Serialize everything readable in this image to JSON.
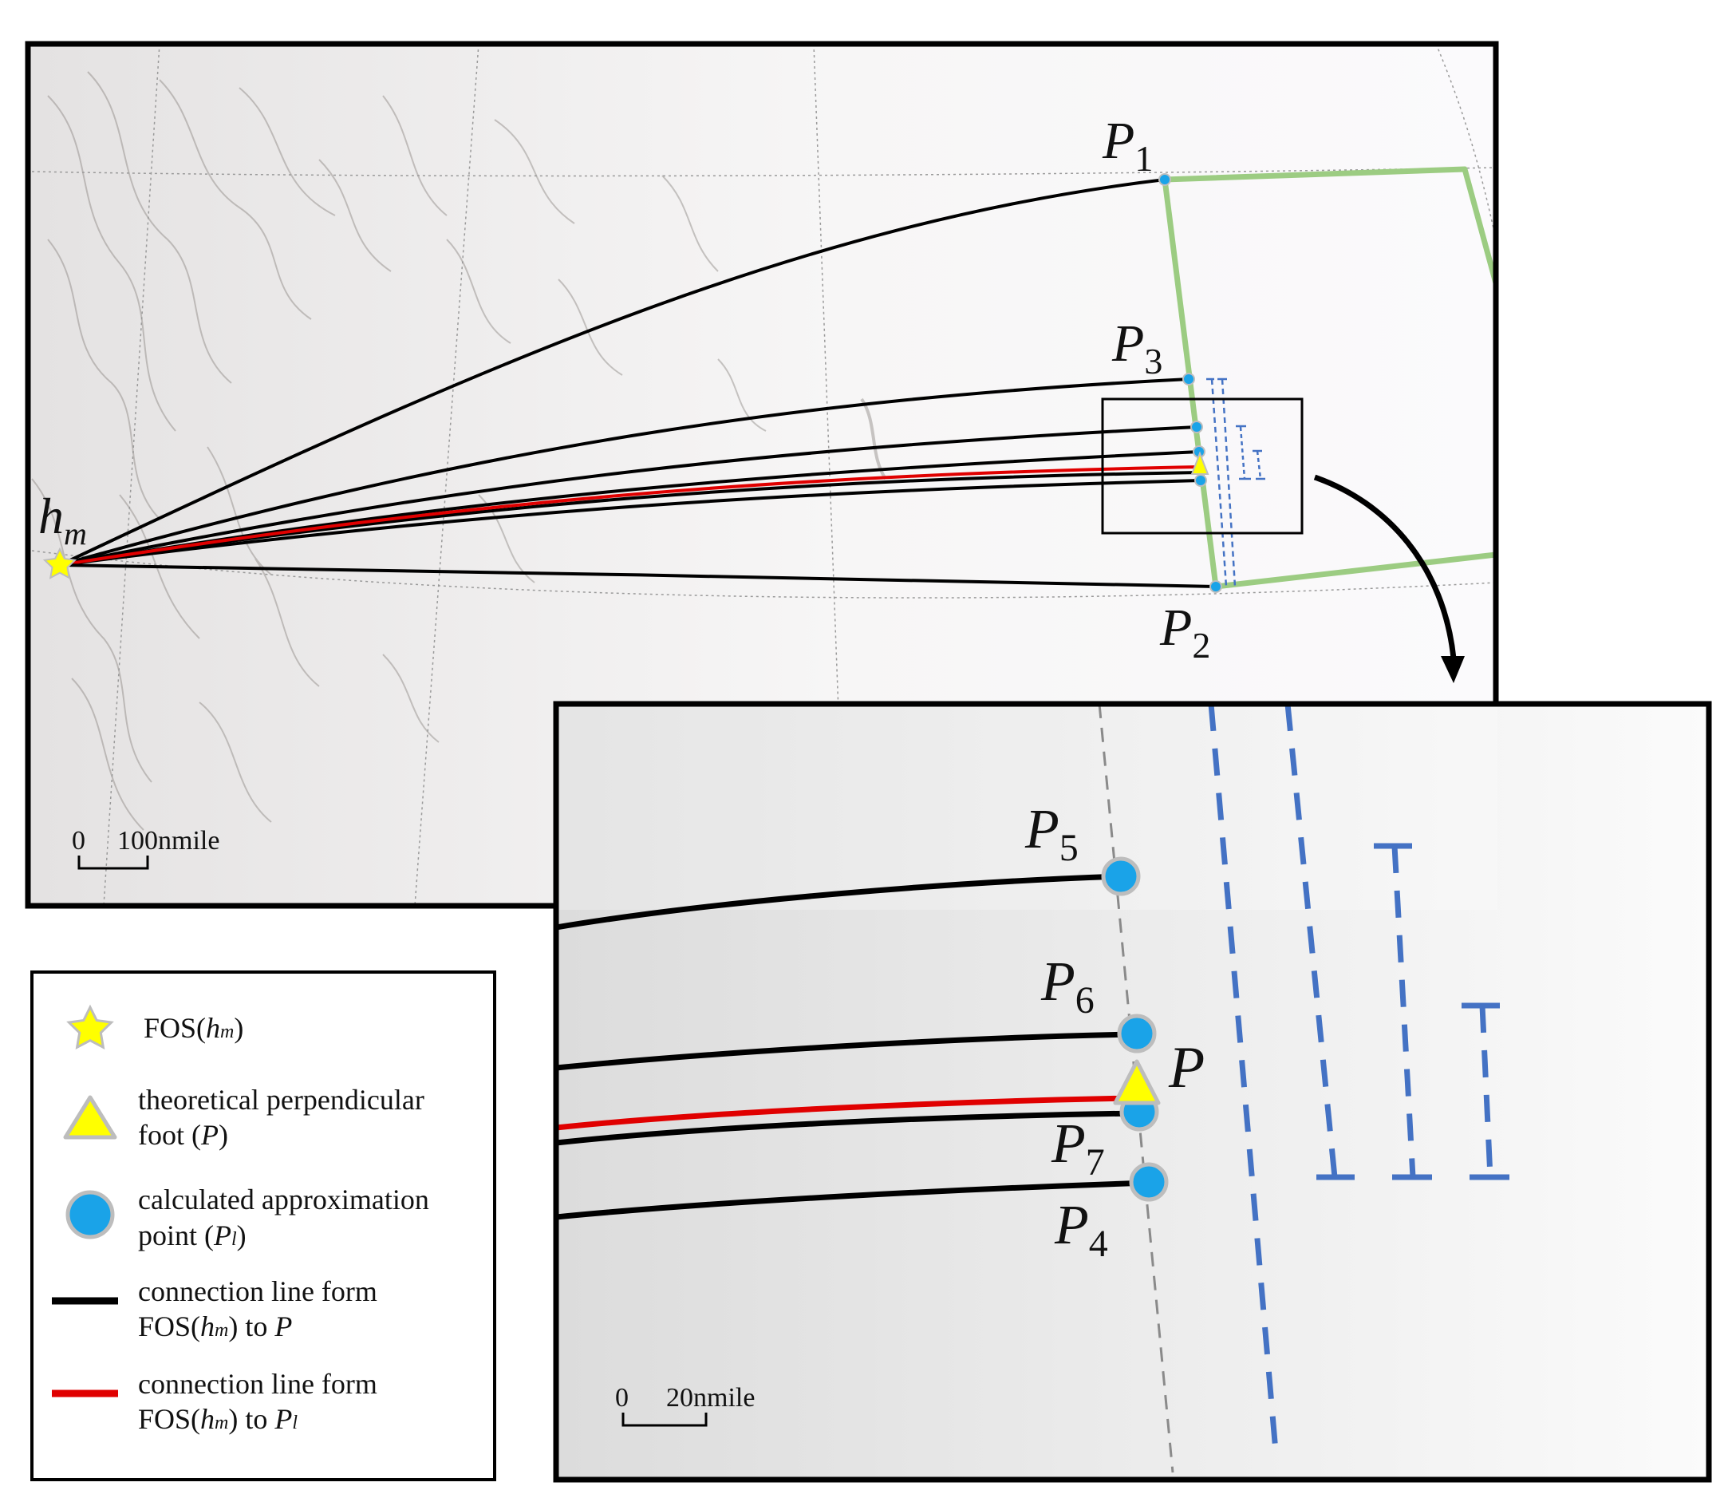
{
  "colors": {
    "frame": "#000000",
    "green_boundary": "#9ccc82",
    "blue_dashed": "#4472c4",
    "red_line": "#e00000",
    "black_line": "#000000",
    "point_fill": "#1aa3e8",
    "point_stroke": "#bdbdbd",
    "marker_yellow": "#ffff00"
  },
  "icons": {
    "star": "star-icon",
    "triangle": "triangle-icon",
    "circle": "circle-icon",
    "arrow": "curved-arrow-icon"
  },
  "main_map": {
    "origin_label": "h",
    "origin_sub": "m",
    "points": [
      {
        "name": "P",
        "sub": "1"
      },
      {
        "name": "P",
        "sub": "3"
      },
      {
        "name": "P",
        "sub": "2"
      }
    ],
    "scale_zero": "0",
    "scale_text": "100nmile"
  },
  "inset": {
    "points": [
      {
        "name": "P",
        "sub": "5"
      },
      {
        "name": "P",
        "sub": "6"
      },
      {
        "name": "P",
        "sub": "7"
      },
      {
        "name": "P",
        "sub": "4"
      }
    ],
    "foot_label": "P",
    "scale_zero": "0",
    "scale_text": "20nmile"
  },
  "legend": {
    "items": [
      {
        "icon": "star-icon",
        "line1_pre": "FOS(",
        "line1_var": "h",
        "line1_sub": "m",
        "line1_post": ")"
      },
      {
        "icon": "triangle-icon",
        "line1": "theoretical perpendicular",
        "line2_pre": "foot (",
        "line2_var": "P",
        "line2_post": ")"
      },
      {
        "icon": "circle-icon",
        "line1": "calculated approximation",
        "line2_pre": "point (",
        "line2_var": "P",
        "line2_sub": "l",
        "line2_post": ")"
      },
      {
        "icon": "black-line-icon",
        "line1": "connection line form",
        "line2_pre": "FOS(",
        "line2_var": "h",
        "line2_sub": "m",
        "line2_mid": ") to ",
        "line2_var2": "P"
      },
      {
        "icon": "red-line-icon",
        "line1": "connection line form",
        "line2_pre": "FOS(",
        "line2_var": "h",
        "line2_sub": "m",
        "line2_mid": ") to ",
        "line2_var2": "P",
        "line2_sub2": "l"
      }
    ]
  }
}
